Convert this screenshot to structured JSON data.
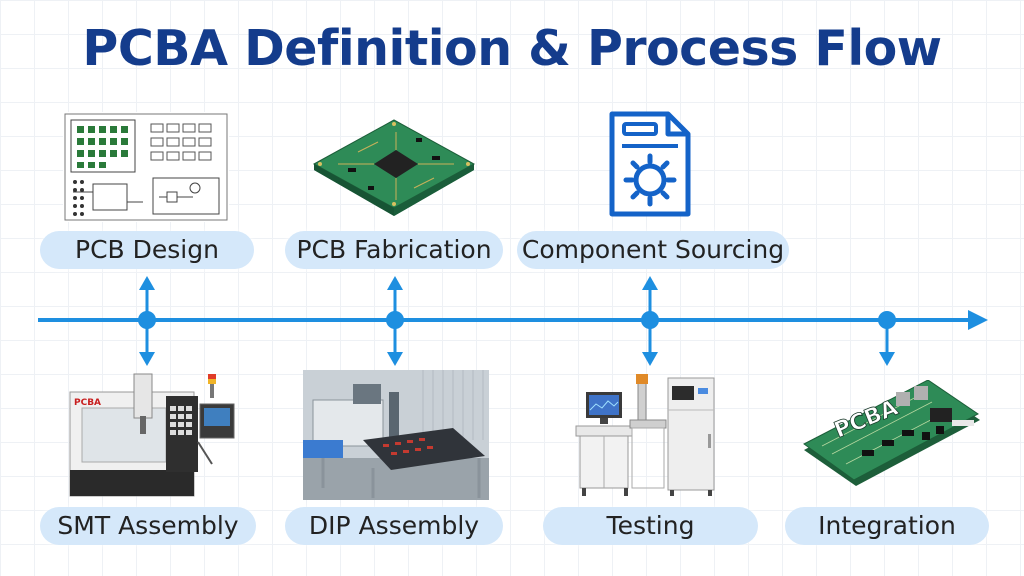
{
  "title": "PCBA Definition & Process Flow",
  "colors": {
    "title": "#143c8c",
    "timeline": "#1e8fe0",
    "pill": "#d5e8fa",
    "pcb_green": "#2e8b57",
    "icon_blue": "#1463c8"
  },
  "steps_top": [
    {
      "label": "PCB Design",
      "image": "schematic-drawing"
    },
    {
      "label": "PCB Fabrication",
      "image": "green-circuit-board"
    },
    {
      "label": "Component Sourcing",
      "image": "document-gear-icon"
    }
  ],
  "steps_bottom": [
    {
      "label": "SMT Assembly",
      "image": "smt-machine"
    },
    {
      "label": "DIP Assembly",
      "image": "assembly-workshop"
    },
    {
      "label": "Testing",
      "image": "test-equipment"
    },
    {
      "label": "Integration",
      "image": "pcba-board",
      "board_text": "PCBA"
    }
  ],
  "machine_text": "PCBA"
}
